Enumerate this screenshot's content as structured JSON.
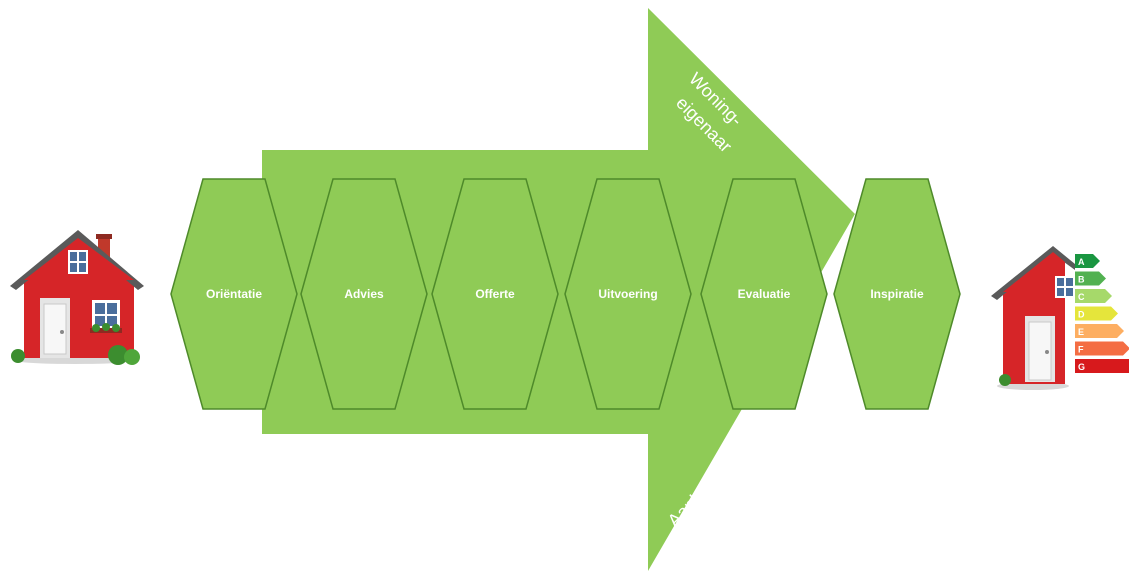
{
  "colors": {
    "arrow": "#8fcb56",
    "hex_fill": "#8fcb56",
    "hex_stroke": "#4e8a2a",
    "text": "#ffffff",
    "house_wall": "#d62528",
    "house_roof": "#5a5a5a"
  },
  "steps": [
    {
      "label": "Oriëntatie"
    },
    {
      "label": "Advies"
    },
    {
      "label": "Offerte"
    },
    {
      "label": "Uitvoering"
    },
    {
      "label": "Evaluatie"
    },
    {
      "label": "Inspiratie"
    }
  ],
  "arrow_labels": {
    "top_line1": "Woning-",
    "top_line2": "eigenaar",
    "bottom": "Aanbieders"
  },
  "start_icon": "house-icon",
  "end_icon": "energy-label-house-icon",
  "energy_labels": [
    {
      "letter": "A",
      "color": "#1a9641"
    },
    {
      "letter": "B",
      "color": "#52b151"
    },
    {
      "letter": "C",
      "color": "#a6d96a"
    },
    {
      "letter": "D",
      "color": "#e5e53b"
    },
    {
      "letter": "E",
      "color": "#fdae61"
    },
    {
      "letter": "F",
      "color": "#f46d43"
    },
    {
      "letter": "G",
      "color": "#d7191c"
    }
  ]
}
